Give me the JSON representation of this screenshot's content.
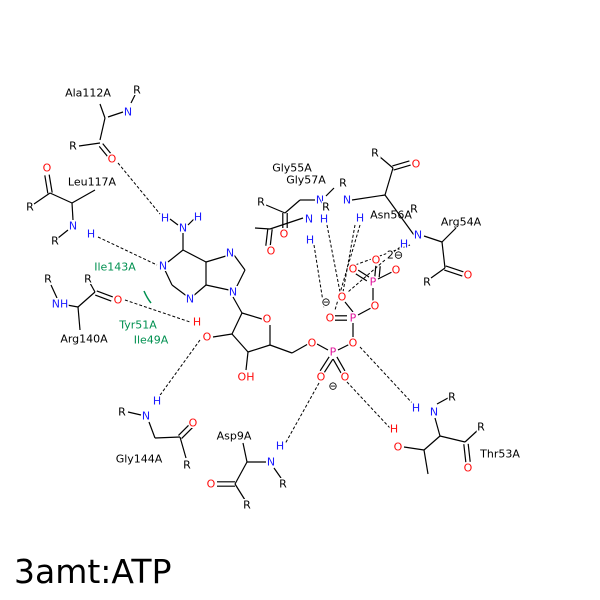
{
  "title": "3amt:ATP",
  "atoms": {
    "O": "O",
    "N": "N",
    "H": "H",
    "R": "R",
    "P": "P",
    "OH": "OH",
    "NH": "NH",
    "minus": "⊖",
    "charge2": "2⊖"
  },
  "residues": {
    "ala112": "Ala112A",
    "leu117": "Leu117A",
    "arg140": "Arg140A",
    "ile143": "Ile143A",
    "tyr51": "Tyr51A",
    "ile49": "Ile49A",
    "gly144": "Gly144A",
    "asp9": "Asp9A",
    "thr53": "Thr53A",
    "gly55": "Gly55A",
    "gly57": "Gly57A",
    "asn56": "Asn56A",
    "arg54": "Arg54A"
  },
  "colors": {
    "O": "#ff0d0d",
    "N": "#1a1aff",
    "P": "#e0149c",
    "H_N": "#1a1aff",
    "H_O": "#ff0d0d",
    "hydrophobic": "#009050",
    "text": "#000000"
  }
}
